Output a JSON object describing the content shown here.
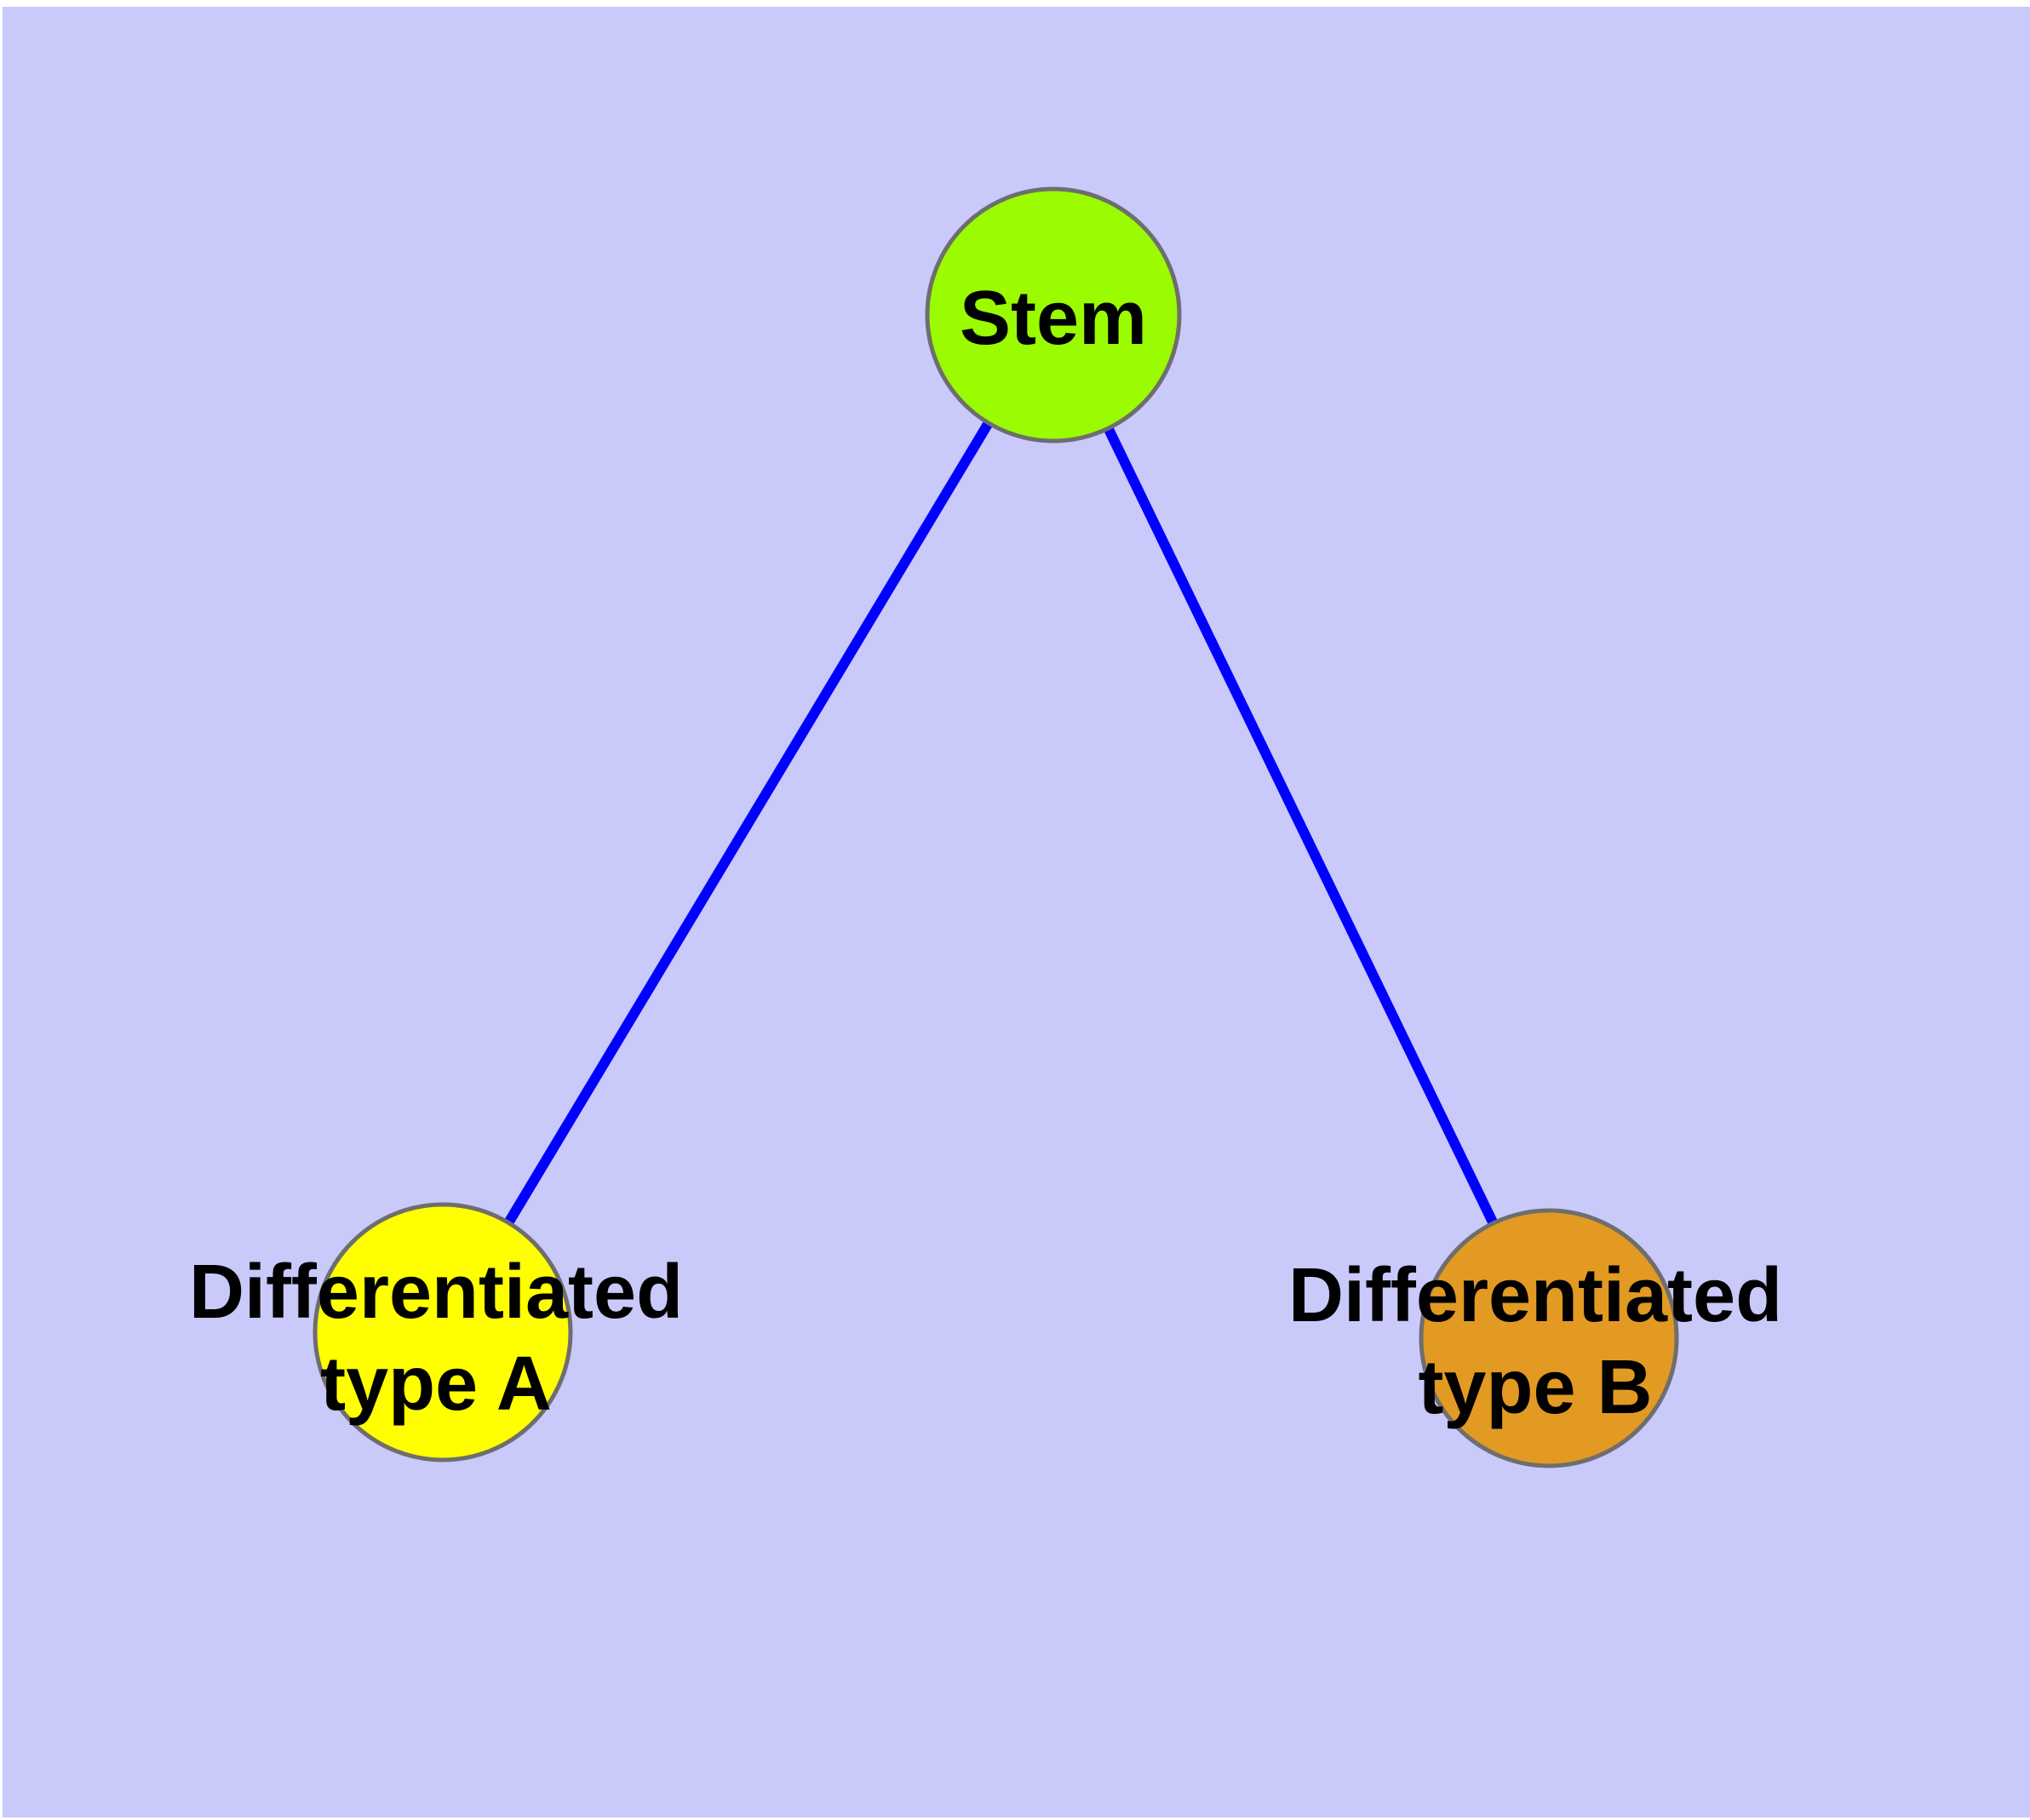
{
  "diagram": {
    "type": "graph",
    "subject": "cell-differentiation-hierarchy",
    "colors": {
      "page_margin": "#FFFFFF",
      "background": "#C9C9FA",
      "edge": "#0000FF",
      "node_border": "#6E6E6E",
      "label_text": "#000000",
      "stem_fill": "#9BFB00",
      "type_a_fill": "#FFFF00",
      "type_b_fill": "#E29A22"
    },
    "nodes": [
      {
        "id": "stem",
        "label": "Stem",
        "fill": "#9BFB00"
      },
      {
        "id": "differentiated-type-a",
        "label_line1": "Differentiated",
        "label_line2": "type A",
        "fill": "#FFFF00"
      },
      {
        "id": "differentiated-type-b",
        "label_line1": "Differentiated",
        "label_line2": "type B",
        "fill": "#E29A22"
      }
    ],
    "edges": [
      {
        "from": "Stem",
        "to": "Differentiated type A"
      },
      {
        "from": "Stem",
        "to": "Differentiated type B"
      }
    ]
  }
}
